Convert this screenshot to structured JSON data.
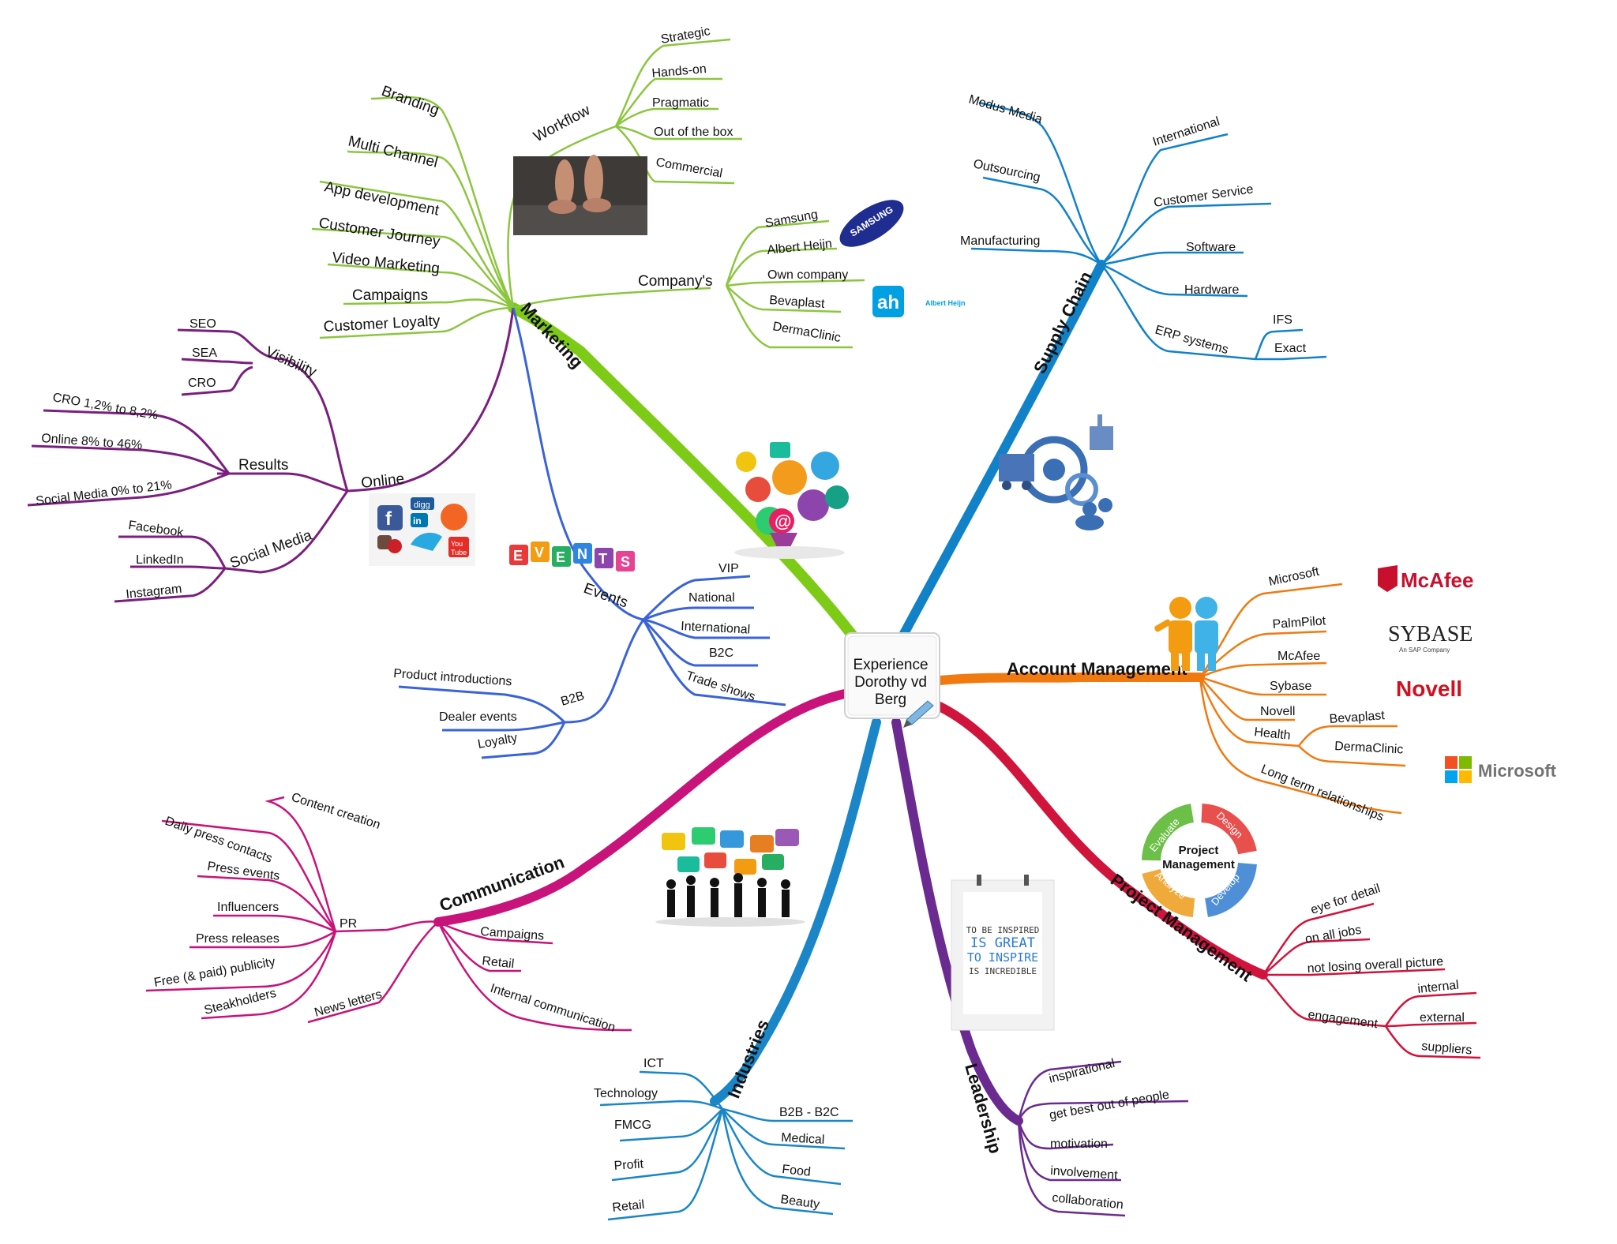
{
  "center": {
    "lines": [
      "Experience",
      "Dorothy vd",
      "Berg"
    ]
  },
  "marketing": {
    "title": "Marketing",
    "workflow": {
      "label": "Workflow",
      "items": [
        "Strategic",
        "Hands-on",
        "Pragmatic",
        "Out of the box",
        "Commercial"
      ]
    },
    "companys": {
      "label": "Company's",
      "items": [
        "Samsung",
        "Albert Heijn",
        "Own company",
        "Bevaplast",
        "DermaClinic"
      ]
    },
    "channels": [
      "Branding",
      "Multi Channel",
      "App development",
      "Customer Journey",
      "Video Marketing",
      "Campaigns",
      "Customer Loyalty"
    ],
    "online": {
      "label": "Online",
      "visibility": {
        "label": "Visibility",
        "items": [
          "SEO",
          "SEA",
          "CRO"
        ]
      },
      "results": {
        "label": "Results",
        "items": [
          "CRO 1,2% to 8,2%",
          "Online 8% to 46%",
          "Social Media 0% to 21%"
        ]
      },
      "social": {
        "label": "Social Media",
        "items": [
          "Facebook",
          "LinkedIn",
          "Instagram"
        ]
      }
    },
    "events": {
      "label": "Events",
      "items": [
        "VIP",
        "National",
        "International",
        "B2C",
        "Trade shows"
      ],
      "b2b": {
        "label": "B2B",
        "items": [
          "Product introductions",
          "Dealer events",
          "Loyalty"
        ]
      }
    }
  },
  "supply": {
    "title": "Supply Chain",
    "left": [
      "Modus Media",
      "Outsourcing",
      "Manufacturing"
    ],
    "right": [
      "International",
      "Customer Service",
      "Software",
      "Hardware"
    ],
    "erp": {
      "label": "ERP systems",
      "items": [
        "IFS",
        "Exact"
      ]
    }
  },
  "account": {
    "title": "Account Management",
    "items": [
      "Microsoft",
      "PalmPilot",
      "McAfee",
      "Sybase",
      "Novell"
    ],
    "health": {
      "label": "Health",
      "items": [
        "Bevaplast",
        "DermaClinic"
      ]
    },
    "long_term": "Long term relationships"
  },
  "project": {
    "title": "Project Management",
    "items": [
      "eye for detail",
      "on all jobs",
      "not losing overall picture"
    ],
    "engagement": {
      "label": "engagement",
      "items": [
        "internal",
        "external",
        "suppliers"
      ]
    },
    "cycle": {
      "center": [
        "Project",
        "Management"
      ],
      "steps": [
        "Evaluate",
        "Design",
        "Develop",
        "Analyze"
      ]
    }
  },
  "leadership": {
    "title": "Leadership",
    "items": [
      "inspirational",
      "get best out of people",
      "motivation",
      "involvement",
      "collaboration"
    ],
    "poster": [
      "TO BE INSPIRED",
      "IS GREAT",
      "TO INSPIRE",
      "IS INCREDIBLE"
    ]
  },
  "industries": {
    "title": "Industries",
    "left": [
      "ICT",
      "Technology",
      "FMCG",
      "Profit",
      "Retail"
    ],
    "right": [
      "B2B - B2C",
      "Medical",
      "Food",
      "Beauty"
    ]
  },
  "communication": {
    "title": "Communication",
    "pr": {
      "label": "PR",
      "items": [
        "Content creation",
        "Daily press contacts",
        "Press events",
        "Influencers",
        "Press releases",
        "Free (& paid) publicity",
        "Steakholders"
      ]
    },
    "news": "News letters",
    "items": [
      "Campaigns",
      "Retail",
      "Internal communication"
    ]
  },
  "logos": {
    "samsung": "SAMSUNG",
    "ah": "Albert Heijn",
    "ah_mark": "ah",
    "mcafee": "McAfee",
    "sybase": "SYBASE",
    "sybase_sub": "An SAP Company",
    "novell": "Novell",
    "microsoft": "Microsoft",
    "events": [
      "E",
      "V",
      "E",
      "N",
      "T",
      "S"
    ],
    "social_icons": [
      "digg",
      "in",
      "You",
      "Tube"
    ]
  },
  "colors": {
    "marketing": "#7ecb17",
    "marketing_sub": "#8cc63f",
    "online": "#7b1f7f",
    "events": "#3a63d8",
    "supply": "#1282c8",
    "account": "#f07a10",
    "project": "#d0143c",
    "leadership": "#6b2a8f",
    "industries": "#1a86c7",
    "communication": "#c8137a"
  }
}
